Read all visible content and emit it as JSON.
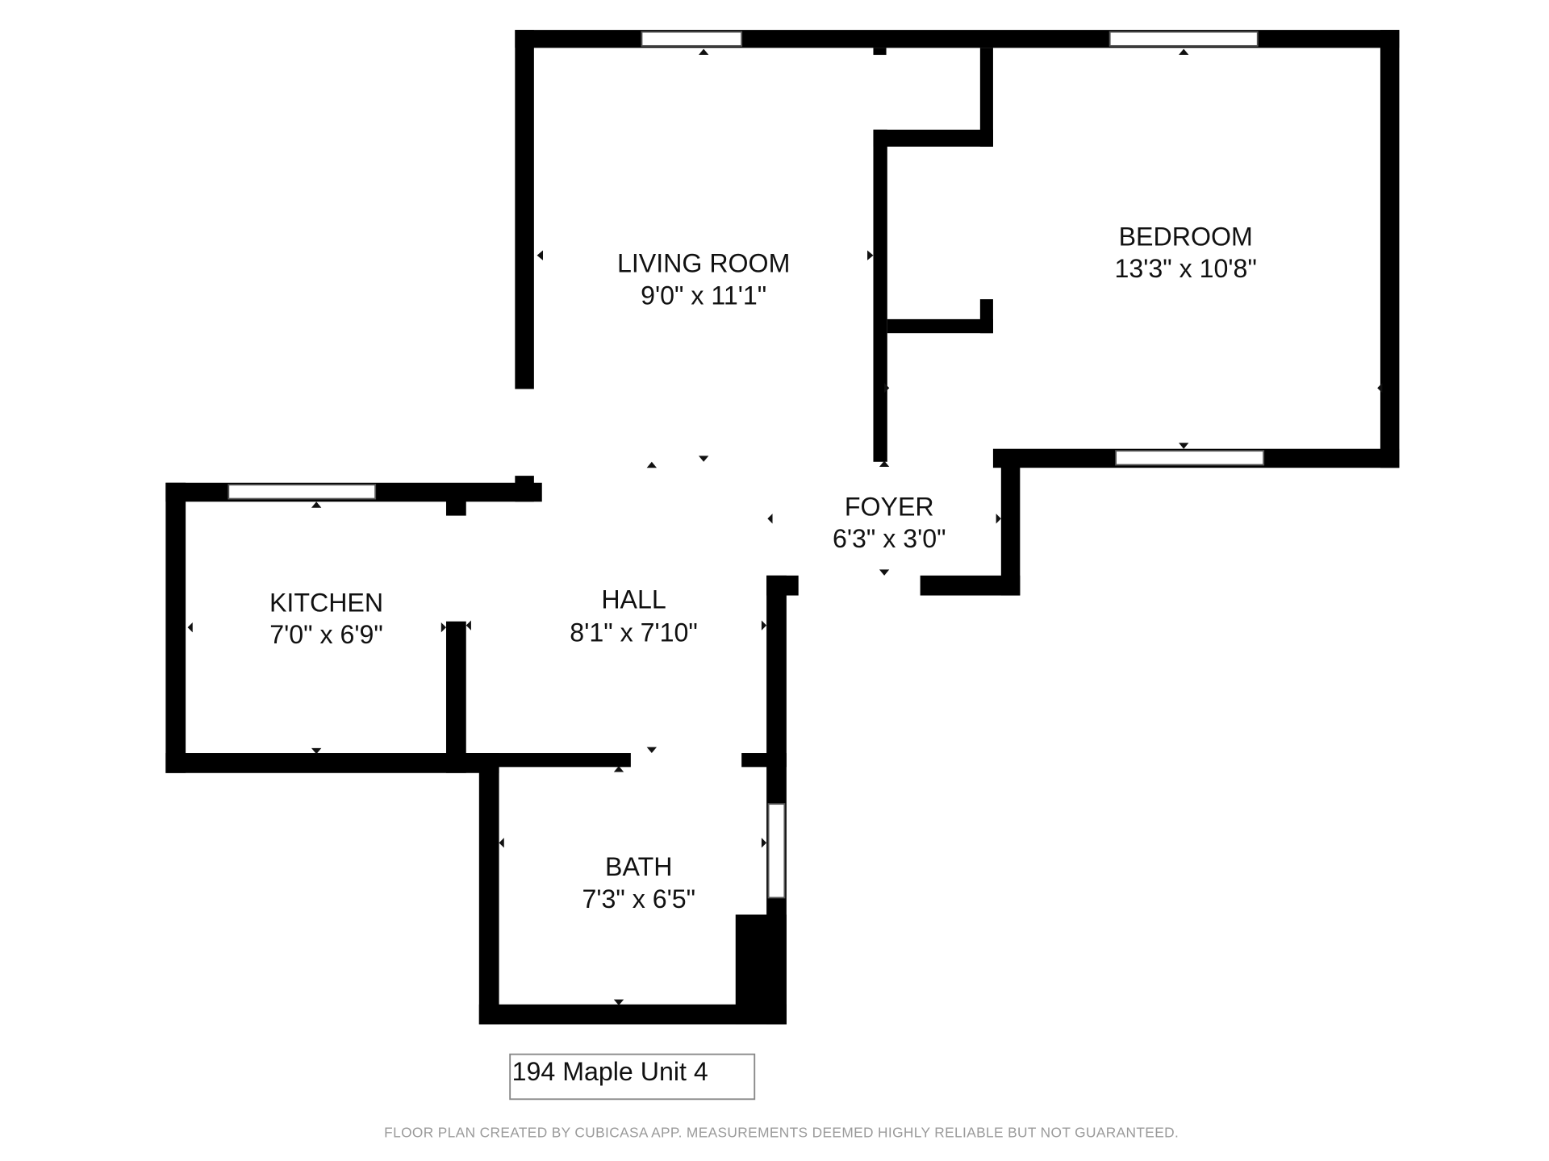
{
  "rooms": [
    {
      "name": "LIVING ROOM",
      "size": "9'0\" x 11'1\""
    },
    {
      "name": "BEDROOM",
      "size": "13'3\" x 10'8\""
    },
    {
      "name": "FOYER",
      "size": "6'3\" x 3'0\""
    },
    {
      "name": "KITCHEN",
      "size": "7'0\" x 6'9\""
    },
    {
      "name": "HALL",
      "size": "8'1\" x 7'10\""
    },
    {
      "name": "BATH",
      "size": "7'3\" x 6'5\""
    }
  ],
  "unit_label": "194 Maple Unit 4",
  "footer": "FLOOR PLAN CREATED BY CUBICASA APP. MEASUREMENTS DEEMED HIGHLY RELIABLE BUT NOT GUARANTEED.",
  "colors": {
    "wall": "#000000",
    "background": "#ffffff",
    "footer_text": "#9a9a9a"
  }
}
